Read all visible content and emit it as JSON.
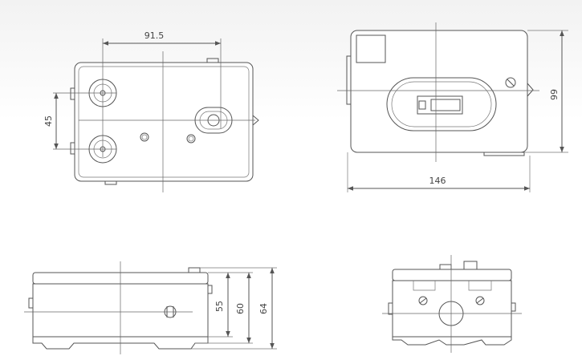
{
  "drawing": {
    "colors": {
      "line": "#555555",
      "text": "#444444",
      "background": "#ffffff"
    },
    "dimensions": {
      "hole_spacing_x": "91.5",
      "hole_spacing_y": "45",
      "height_front": "99",
      "width_front": "146",
      "depth_inner": "55",
      "depth_mid": "60",
      "depth_outer": "64"
    }
  }
}
